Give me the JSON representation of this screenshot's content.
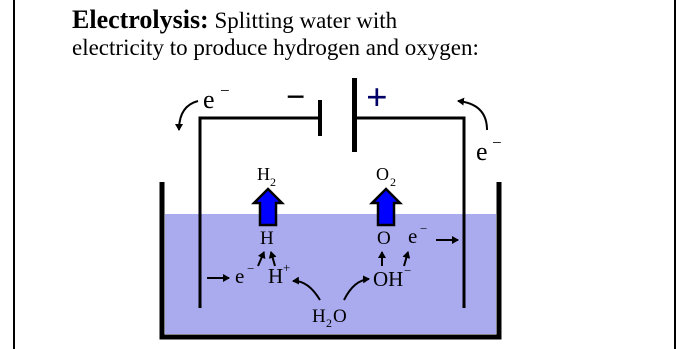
{
  "title": {
    "bold": "Electrolysis:",
    "rest": "Splitting water with",
    "line2": "electricity to produce hydrogen and oxygen:"
  },
  "labels": {
    "e_top_left": "e",
    "e_top_right": "e",
    "minus_sign": "−",
    "superscript_minus": "−",
    "plus_sign": "+",
    "h2_main": "H",
    "h2_sub": "2",
    "o2_main": "O",
    "o2_sub": "2",
    "h_atom": "H",
    "o_atom": "O",
    "e_right": "e",
    "e_left": "e",
    "h_ion": "H",
    "plus_sup": "+",
    "oh_ion": "OH",
    "h2o_h": "H",
    "h2o_sub": "2",
    "h2o_o": "O"
  },
  "colors": {
    "water": "#aaaaee",
    "gas_arrow": "#0000ff",
    "plus_sign": "#000066",
    "lines": "#000000"
  },
  "icons": {
    "gas_arrow": "up-arrow-icon",
    "electron_flow": "curved-arrow-icon"
  }
}
